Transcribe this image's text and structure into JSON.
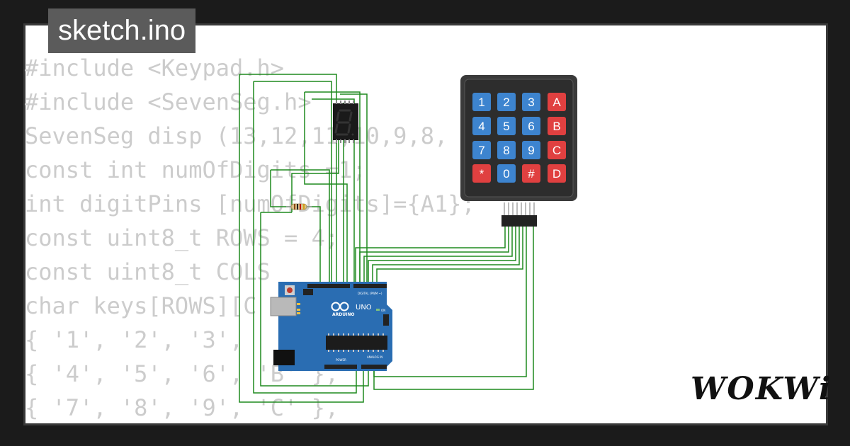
{
  "title": "sketch.ino",
  "code_lines": [
    "#include <Keypad.h>",
    "#include <SevenSeg.h>",
    "SevenSeg disp (13,12,11,10,9,8,",
    "const int numOfDigits =1;",
    "int digitPins [numOfDigits]={A1};",
    "const uint8_t ROWS = 4;",
    "const uint8_t COLS",
    "char keys[ROWS][C",
    "{ '1', '2', '3', ",
    "{ '4', '5', '6', 'B' },",
    "{ '7', '8', '9', 'C' },"
  ],
  "keypad": {
    "keys": [
      "1",
      "2",
      "3",
      "A",
      "4",
      "5",
      "6",
      "B",
      "7",
      "8",
      "9",
      "C",
      "*",
      "0",
      "#",
      "D"
    ]
  },
  "arduino": {
    "brand": "ARDUINO",
    "model": "UNO",
    "digital_label": "DIGITAL (PWM ~)",
    "power_label": "POWER",
    "analog_label": "ANALOG IN",
    "on_label": "ON"
  },
  "display": {
    "digit": "8"
  },
  "logo": "WOKWi",
  "colors": {
    "wire": "#1e8a1e",
    "board": "#2a6db2",
    "keypad_body": "#3a3a3a",
    "key_blue": "#3d84cf",
    "key_red": "#e04040"
  }
}
